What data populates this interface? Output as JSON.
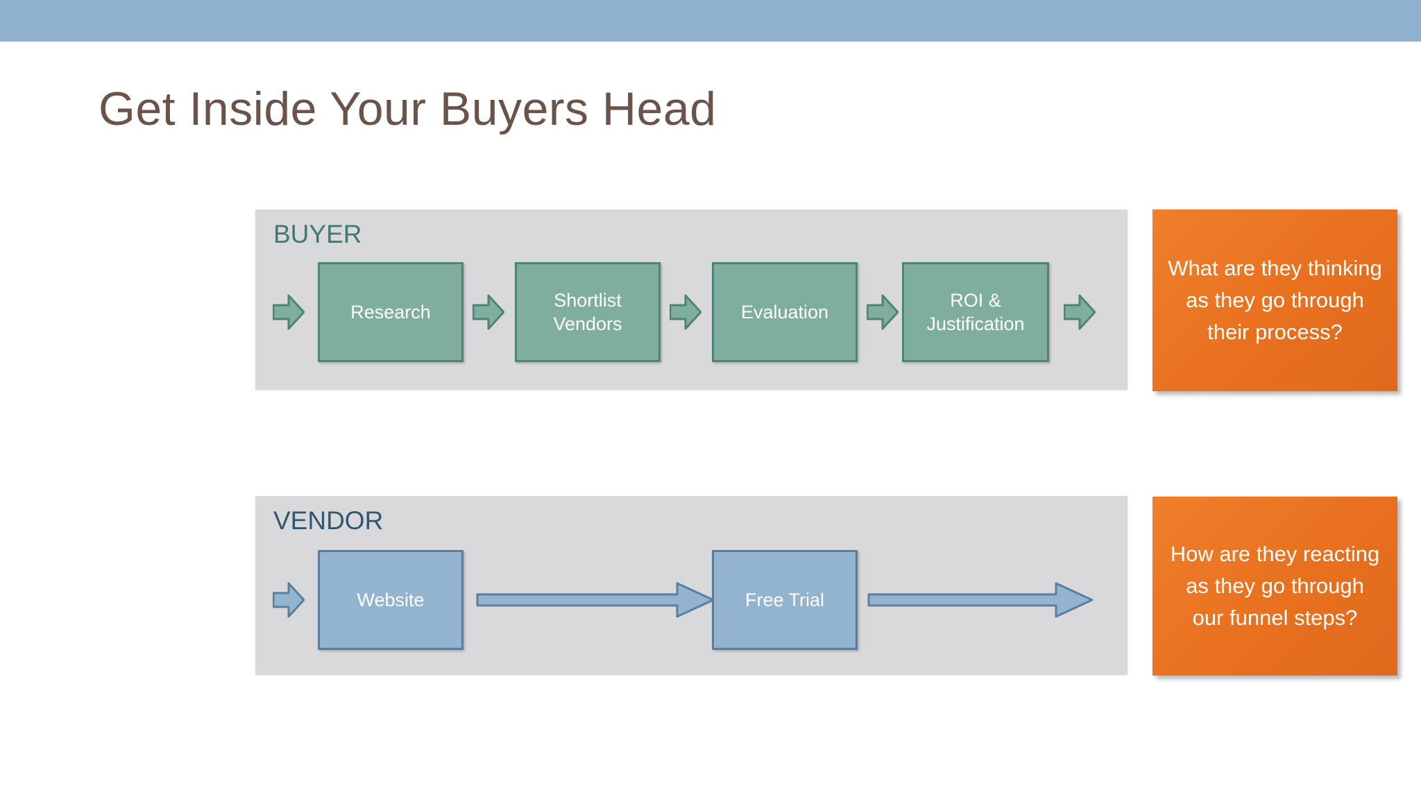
{
  "slide": {
    "title": "Get Inside Your Buyers Head",
    "top_bar_color": "#8FB1CE",
    "title_color": "#6B5349",
    "background_color": "#FFFFFF"
  },
  "lanes": [
    {
      "key": "buyer",
      "label": "BUYER",
      "label_color": "#3E7B6E",
      "panel_color": "#D9D9DB",
      "box_fill": "#7FAE9E",
      "box_border": "#4E8375",
      "arrow_style": "chevron",
      "steps": [
        {
          "label": "Research"
        },
        {
          "label": "Shortlist Vendors"
        },
        {
          "label": "Evaluation"
        },
        {
          "label": "ROI & Justification"
        }
      ],
      "arrow_count": 5
    },
    {
      "key": "vendor",
      "label": "VENDOR",
      "label_color": "#2F5673",
      "panel_color": "#D9D9DB",
      "box_fill": "#92B4D0",
      "box_border": "#5A7E9C",
      "arrow_style": "long-block",
      "steps": [
        {
          "label": "Website"
        },
        {
          "label": "Free Trial"
        }
      ],
      "arrow_count": 3
    }
  ],
  "callouts": [
    {
      "key": "buyer-question",
      "text": "What are they thinking as they go through their process?",
      "color": "#E8762C",
      "text_color": "#FFFFFF"
    },
    {
      "key": "vendor-question",
      "text": "How are they reacting as they go through our funnel steps?",
      "color": "#E8762C",
      "text_color": "#FFFFFF"
    }
  ]
}
